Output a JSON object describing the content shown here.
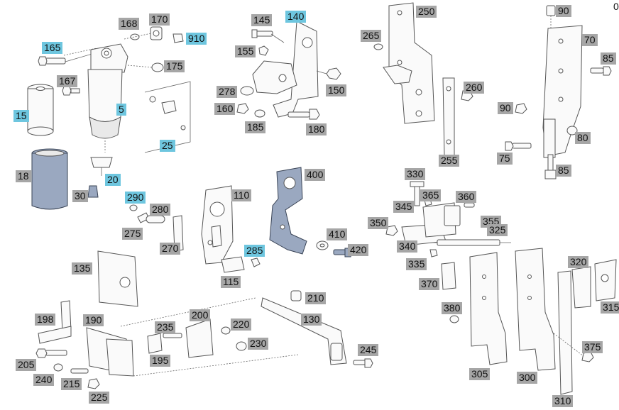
{
  "colors": {
    "label_bg": "#a6a6a6",
    "label_bg_highlight": "#6ec6df",
    "part_fill": "#9aa8c0"
  },
  "corner_mark": "0",
  "labels": [
    {
      "text": "165",
      "hl": true
    },
    {
      "text": "168",
      "hl": false
    },
    {
      "text": "170",
      "hl": false
    },
    {
      "text": "910",
      "hl": true
    },
    {
      "text": "167",
      "hl": false
    },
    {
      "text": "175",
      "hl": false
    },
    {
      "text": "15",
      "hl": true
    },
    {
      "text": "5",
      "hl": true
    },
    {
      "text": "25",
      "hl": true
    },
    {
      "text": "18",
      "hl": false
    },
    {
      "text": "20",
      "hl": true
    },
    {
      "text": "30",
      "hl": false
    },
    {
      "text": "145",
      "hl": false
    },
    {
      "text": "140",
      "hl": true
    },
    {
      "text": "155",
      "hl": false
    },
    {
      "text": "278",
      "hl": false
    },
    {
      "text": "150",
      "hl": false
    },
    {
      "text": "160",
      "hl": false
    },
    {
      "text": "185",
      "hl": false
    },
    {
      "text": "180",
      "hl": false
    },
    {
      "text": "250",
      "hl": false
    },
    {
      "text": "265",
      "hl": false
    },
    {
      "text": "260",
      "hl": false
    },
    {
      "text": "255",
      "hl": false
    },
    {
      "text": "90",
      "hl": false
    },
    {
      "text": "70",
      "hl": false
    },
    {
      "text": "85",
      "hl": false
    },
    {
      "text": "90",
      "hl": false
    },
    {
      "text": "80",
      "hl": false
    },
    {
      "text": "75",
      "hl": false
    },
    {
      "text": "85",
      "hl": false
    },
    {
      "text": "400",
      "hl": false
    },
    {
      "text": "110",
      "hl": false
    },
    {
      "text": "290",
      "hl": true
    },
    {
      "text": "280",
      "hl": false
    },
    {
      "text": "275",
      "hl": false
    },
    {
      "text": "270",
      "hl": false
    },
    {
      "text": "285",
      "hl": true
    },
    {
      "text": "115",
      "hl": false
    },
    {
      "text": "410",
      "hl": false
    },
    {
      "text": "420",
      "hl": false
    },
    {
      "text": "330",
      "hl": false
    },
    {
      "text": "365",
      "hl": false
    },
    {
      "text": "360",
      "hl": false
    },
    {
      "text": "345",
      "hl": false
    },
    {
      "text": "355",
      "hl": false
    },
    {
      "text": "350",
      "hl": false
    },
    {
      "text": "325",
      "hl": false
    },
    {
      "text": "340",
      "hl": false
    },
    {
      "text": "335",
      "hl": false
    },
    {
      "text": "370",
      "hl": false
    },
    {
      "text": "320",
      "hl": false
    },
    {
      "text": "315",
      "hl": false
    },
    {
      "text": "380",
      "hl": false
    },
    {
      "text": "375",
      "hl": false
    },
    {
      "text": "305",
      "hl": false
    },
    {
      "text": "300",
      "hl": false
    },
    {
      "text": "310",
      "hl": false
    },
    {
      "text": "135",
      "hl": false
    },
    {
      "text": "210",
      "hl": false
    },
    {
      "text": "198",
      "hl": false
    },
    {
      "text": "190",
      "hl": false
    },
    {
      "text": "200",
      "hl": false
    },
    {
      "text": "130",
      "hl": false
    },
    {
      "text": "235",
      "hl": false
    },
    {
      "text": "220",
      "hl": false
    },
    {
      "text": "230",
      "hl": false
    },
    {
      "text": "195",
      "hl": false
    },
    {
      "text": "245",
      "hl": false
    },
    {
      "text": "205",
      "hl": false
    },
    {
      "text": "240",
      "hl": false
    },
    {
      "text": "215",
      "hl": false
    },
    {
      "text": "225",
      "hl": false
    }
  ]
}
